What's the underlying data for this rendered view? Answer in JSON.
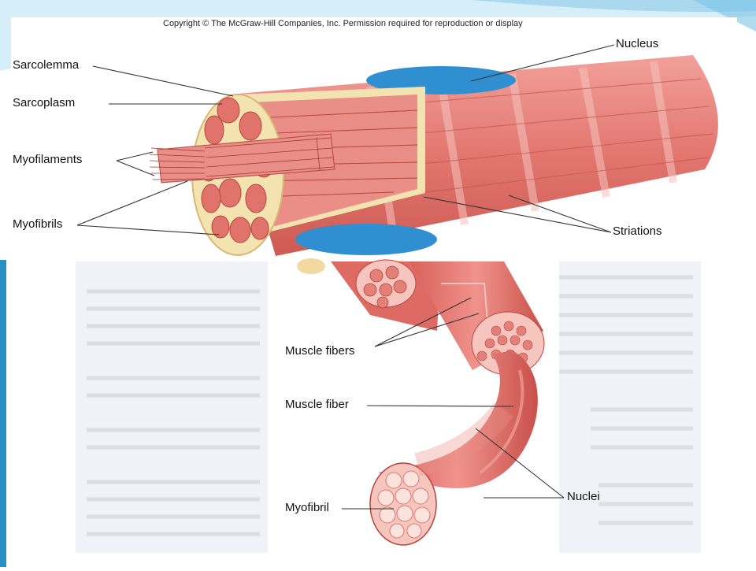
{
  "copyright": "Copyright © The McGraw-Hill Companies, Inc. Permission required for reproduction or display",
  "labels": {
    "sarcolemma": "Sarcolemma",
    "sarcoplasm": "Sarcoplasm",
    "myofilaments": "Myofilaments",
    "myofibrils": "Myofibrils",
    "nucleus": "Nucleus",
    "striations": "Striations",
    "muscle_fibers": "Muscle fibers",
    "muscle_fiber": "Muscle fiber",
    "myofibril": "Myofibril",
    "nuclei": "Nuclei"
  },
  "colors": {
    "accent": "#2a8fc2",
    "muscle": "#e0736b",
    "muscle_dark": "#b8443e",
    "sarcoplasm": "#f3e3b0",
    "nucleus": "#2f8fd0"
  }
}
